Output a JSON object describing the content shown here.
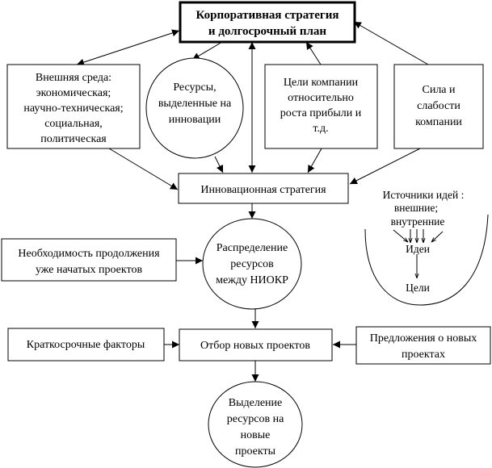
{
  "nodes": {
    "corporate_strategy": [
      "Корпоративная стратегия",
      "и долгосрочный план"
    ],
    "external_environment": [
      "Внешняя среда:",
      "экономическая;",
      "научно-техническая;",
      "социальная,",
      "политическая"
    ],
    "innovation_resources": [
      "Ресурсы,",
      "выделенные на",
      "инновации"
    ],
    "company_goals": [
      "Цели компании",
      "относительно",
      "роста прибыли и",
      "т.д."
    ],
    "strengths_weaknesses": [
      "Сила и",
      "слабости",
      "компании"
    ],
    "innovation_strategy": [
      "Инновационная стратегия"
    ],
    "idea_sources": [
      "Источники идей :",
      "внешние;",
      "внутренние"
    ],
    "ideas": [
      "Идеи"
    ],
    "goals": [
      "Цели"
    ],
    "ongoing_projects": [
      "Необходимость продолжения",
      "уже начатых проектов"
    ],
    "rnd_allocation": [
      "Распределение",
      "ресурсов",
      "между НИОКР"
    ],
    "short_term_factors": [
      "Краткосрочные факторы"
    ],
    "project_selection": [
      "Отбор новых проектов"
    ],
    "new_project_proposals": [
      "Предложения о новых",
      "проектах"
    ],
    "new_project_resources": [
      "Выделение",
      "ресурсов на",
      "новые",
      "проекты"
    ]
  }
}
